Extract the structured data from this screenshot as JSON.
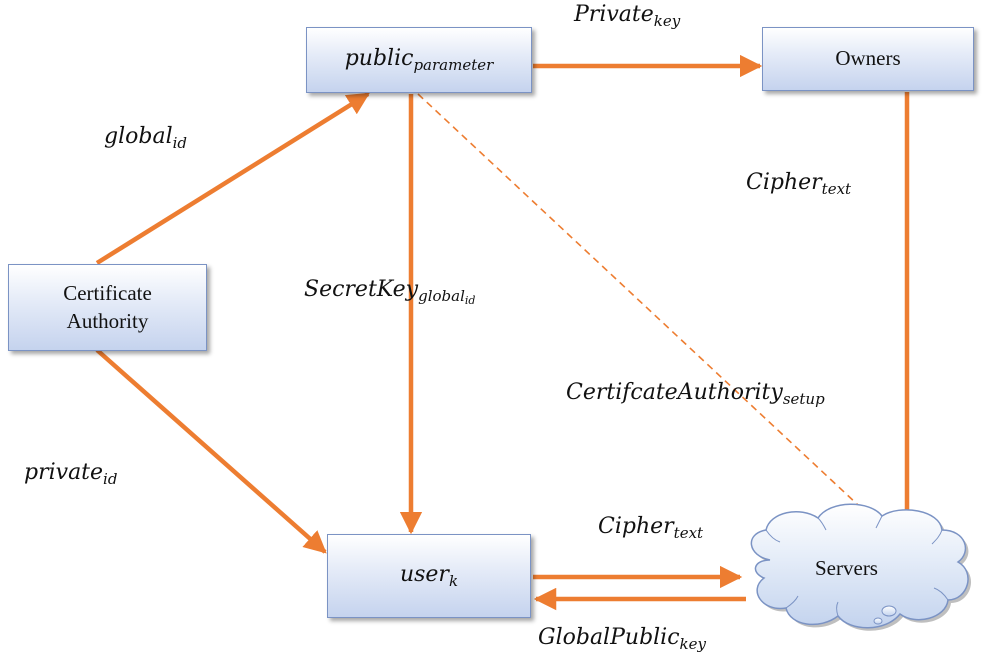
{
  "nodes": {
    "ca_line1": "Certificate",
    "ca_line2": "Authority",
    "public_base": "public",
    "public_sub": "parameter",
    "owners": "Owners",
    "user_base": "user",
    "user_sub": "k",
    "servers": "Servers"
  },
  "edges": {
    "private_key_base": "Private",
    "private_key_sub": "key",
    "global_id_base": "global",
    "global_id_sub": "id",
    "private_id_base": "private",
    "private_id_sub": "id",
    "secret_key_base": "SecretKey",
    "secret_key_sub": "global",
    "secret_key_subsub": "id",
    "cipher_text_owner_base": "Cipher",
    "cipher_text_owner_sub": "text",
    "ca_setup_base": "CertifcateAuthority",
    "ca_setup_sub": "setup",
    "cipher_text_user_base": "Cipher",
    "cipher_text_user_sub": "text",
    "global_public_base": "GlobalPublic",
    "global_public_sub": "key"
  },
  "colors": {
    "arrow": "#ed7d31",
    "box_border": "#7b93c4",
    "box_fill": "#c5d3ee"
  }
}
